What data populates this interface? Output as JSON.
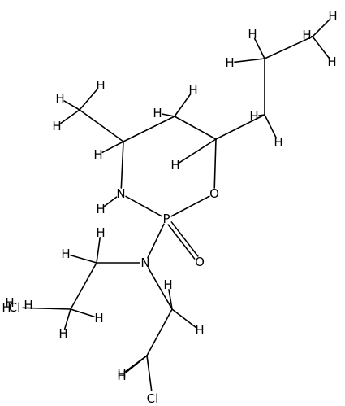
{
  "atoms": [
    {
      "id": "a1",
      "symbol": "H"
    },
    {
      "id": "a2",
      "symbol": "H"
    },
    {
      "id": "a3",
      "symbol": "H"
    },
    {
      "id": "a4",
      "symbol": "H"
    },
    {
      "id": "a5",
      "symbol": "H"
    },
    {
      "id": "a6",
      "symbol": "H"
    },
    {
      "id": "a7",
      "symbol": "H"
    },
    {
      "id": "a8",
      "symbol": "H"
    },
    {
      "id": "a9",
      "symbol": "H"
    },
    {
      "id": "a10",
      "symbol": "H"
    },
    {
      "id": "a11",
      "symbol": "H"
    },
    {
      "id": "a12",
      "symbol": "H"
    },
    {
      "id": "a13",
      "symbol": "H"
    },
    {
      "id": "a14",
      "symbol": "H"
    },
    {
      "id": "a15",
      "symbol": "H"
    },
    {
      "id": "a16",
      "symbol": "H"
    },
    {
      "id": "a17",
      "symbol": "H"
    },
    {
      "id": "a18",
      "symbol": "H"
    },
    {
      "id": "a19",
      "symbol": "N"
    },
    {
      "id": "a20",
      "symbol": "H"
    },
    {
      "id": "a21",
      "symbol": "O"
    },
    {
      "id": "a22",
      "symbol": "P"
    },
    {
      "id": "a23",
      "symbol": "O"
    },
    {
      "id": "a24",
      "symbol": "H"
    },
    {
      "id": "a25",
      "symbol": "N"
    },
    {
      "id": "a26",
      "symbol": "H"
    },
    {
      "id": "a27",
      "symbol": "H"
    },
    {
      "id": "a28",
      "symbol": "H"
    },
    {
      "id": "a29",
      "symbol": "H"
    },
    {
      "id": "a30",
      "symbol": "Cl"
    },
    {
      "id": "a31",
      "symbol": "H"
    },
    {
      "id": "a32",
      "symbol": "H"
    },
    {
      "id": "a33",
      "symbol": "Cl"
    }
  ],
  "bonds": [
    {
      "from": "c1",
      "to": "a1"
    },
    {
      "from": "c1",
      "to": "a2"
    },
    {
      "from": "c1",
      "to": "a3"
    },
    {
      "from": "c1",
      "to": "c2"
    },
    {
      "from": "c2",
      "to": "a4"
    },
    {
      "from": "c2",
      "to": "a5"
    },
    {
      "from": "c2",
      "to": "c3"
    },
    {
      "from": "c3",
      "to": "a6"
    },
    {
      "from": "c3",
      "to": "a7"
    },
    {
      "from": "c3",
      "to": "c4"
    },
    {
      "from": "c4",
      "to": "a8"
    },
    {
      "from": "c4",
      "to": "c5"
    },
    {
      "from": "c4",
      "to": "a21"
    },
    {
      "from": "c5",
      "to": "a9"
    },
    {
      "from": "c5",
      "to": "a10"
    },
    {
      "from": "c5",
      "to": "c6"
    },
    {
      "from": "c6",
      "to": "a11"
    },
    {
      "from": "c6",
      "to": "c7"
    },
    {
      "from": "c6",
      "to": "a19"
    },
    {
      "from": "c7",
      "to": "a12"
    },
    {
      "from": "c7",
      "to": "a13"
    },
    {
      "from": "c7",
      "to": "a14"
    },
    {
      "from": "a19",
      "to": "a20"
    },
    {
      "from": "a19",
      "to": "a22"
    },
    {
      "from": "a21",
      "to": "a22"
    },
    {
      "from": "a22",
      "to": "a23",
      "order": 2
    },
    {
      "from": "a22",
      "to": "a25"
    },
    {
      "from": "a25",
      "to": "c8"
    },
    {
      "from": "a25",
      "to": "c10"
    },
    {
      "from": "c8",
      "to": "a24"
    },
    {
      "from": "c8",
      "to": "a26"
    },
    {
      "from": "c8",
      "to": "c9"
    },
    {
      "from": "c9",
      "to": "a29"
    },
    {
      "from": "c9",
      "to": "a31"
    },
    {
      "from": "c9",
      "to": "a30"
    },
    {
      "from": "c10",
      "to": "a27"
    },
    {
      "from": "c10",
      "to": "a28"
    },
    {
      "from": "c10",
      "to": "c11"
    },
    {
      "from": "c11",
      "to": "a32"
    },
    {
      "from": "c11",
      "to": "a18"
    },
    {
      "from": "c11",
      "to": "a33"
    }
  ]
}
